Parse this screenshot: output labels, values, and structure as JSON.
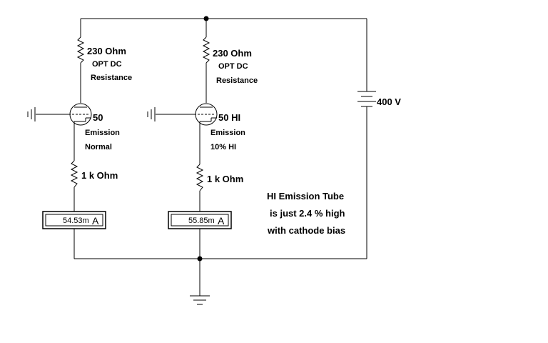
{
  "left_branch": {
    "load_resistor": {
      "value": "230  Ohm",
      "line1": "OPT DC",
      "line2": "Resistance"
    },
    "tube": {
      "name": "50",
      "line1": "Emission",
      "line2": "Normal"
    },
    "cathode_resistor": {
      "value": "1 k Ohm"
    },
    "ammeter": {
      "reading": "54.53m",
      "unit": "A"
    }
  },
  "right_branch": {
    "load_resistor": {
      "value": "230  Ohm",
      "line1": "OPT DC",
      "line2": "Resistance"
    },
    "tube": {
      "name": "50 HI",
      "line1": "Emission",
      "line2": "10% HI"
    },
    "cathode_resistor": {
      "value": "1 k Ohm"
    },
    "ammeter": {
      "reading": "55.85m",
      "unit": "A"
    }
  },
  "supply": {
    "value": "400 V"
  },
  "note": {
    "line1": "HI Emission Tube",
    "line2": "is just 2.4 % high",
    "line3": "with cathode bias"
  }
}
